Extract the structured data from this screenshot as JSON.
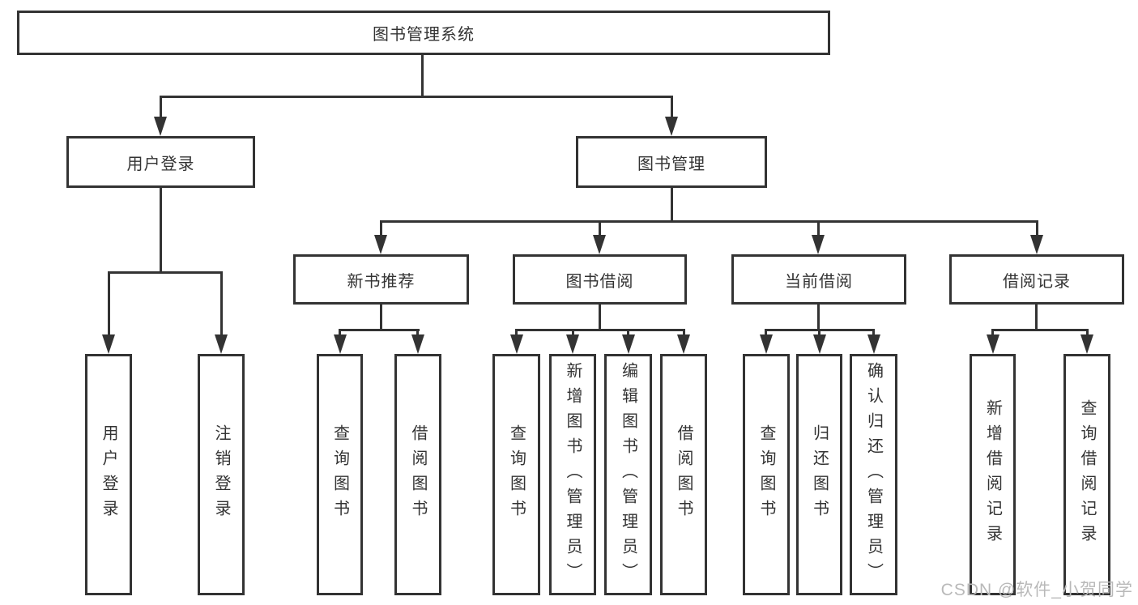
{
  "diagram": {
    "root": {
      "label": "图书管理系统"
    },
    "branches": [
      {
        "label": "用户登录",
        "children": [
          {
            "label": "用户登录"
          },
          {
            "label": "注销登录"
          }
        ]
      },
      {
        "label": "图书管理",
        "children": [
          {
            "label": "新书推荐",
            "children": [
              {
                "label": "查询图书"
              },
              {
                "label": "借阅图书"
              }
            ]
          },
          {
            "label": "图书借阅",
            "children": [
              {
                "label": "查询图书"
              },
              {
                "label": "新增图书（管理员）"
              },
              {
                "label": "编辑图书（管理员）"
              },
              {
                "label": "借阅图书"
              }
            ]
          },
          {
            "label": "当前借阅",
            "children": [
              {
                "label": "查询图书"
              },
              {
                "label": "归还图书"
              },
              {
                "label": "确认归还（管理员）"
              }
            ]
          },
          {
            "label": "借阅记录",
            "children": [
              {
                "label": "新增借阅记录"
              },
              {
                "label": "查询借阅记录"
              }
            ]
          }
        ]
      }
    ],
    "watermark": "CSDN @软件_小贺同学",
    "colors": {
      "line": "#333333",
      "text": "#333333",
      "background": "#ffffff",
      "watermark": "#b9b9b9"
    }
  }
}
